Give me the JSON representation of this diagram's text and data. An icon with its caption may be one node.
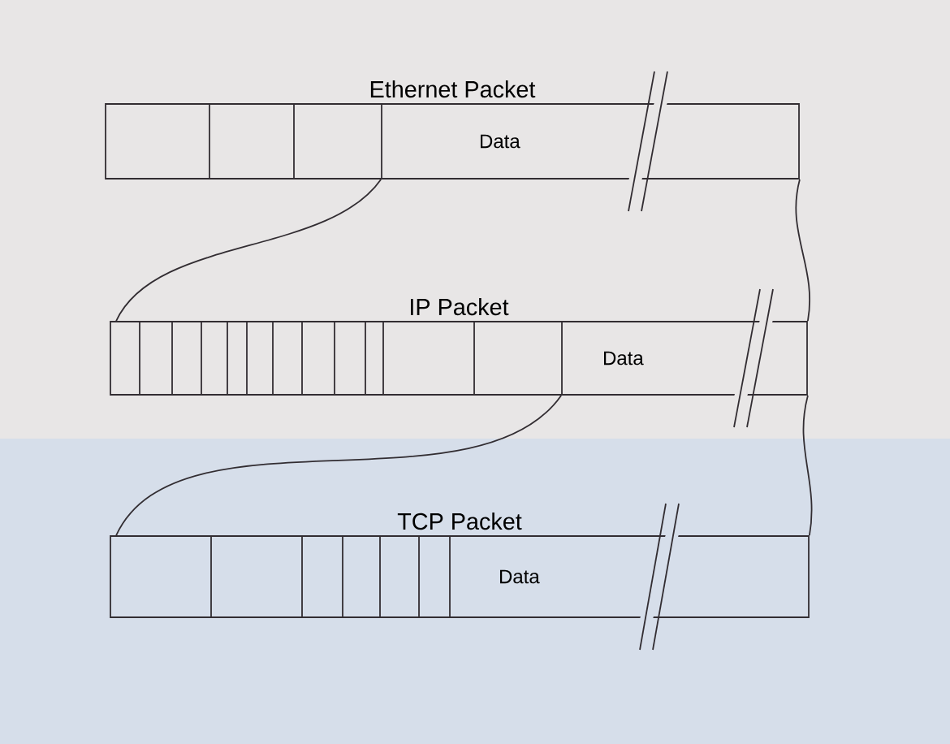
{
  "diagram": {
    "nodes": [
      {
        "text": [
          "Ethernet Packet"
        ]
      },
      {
        "text": [
          "Data"
        ],
        "in": 0
      },
      {
        "text": [
          "IP Packet"
        ]
      },
      {
        "text": [
          "Data"
        ],
        "in": 2
      },
      {
        "text": [
          "TCP Packet"
        ]
      },
      {
        "text": [
          "Data"
        ],
        "in": 4
      }
    ],
    "edges": [
      {
        "from": 1,
        "to": 2,
        "arrow": "none"
      },
      {
        "from": 0,
        "to": 2,
        "arrow": "none"
      },
      {
        "from": 3,
        "to": 4,
        "arrow": "none"
      },
      {
        "from": 2,
        "to": 4,
        "arrow": "none"
      }
    ]
  }
}
